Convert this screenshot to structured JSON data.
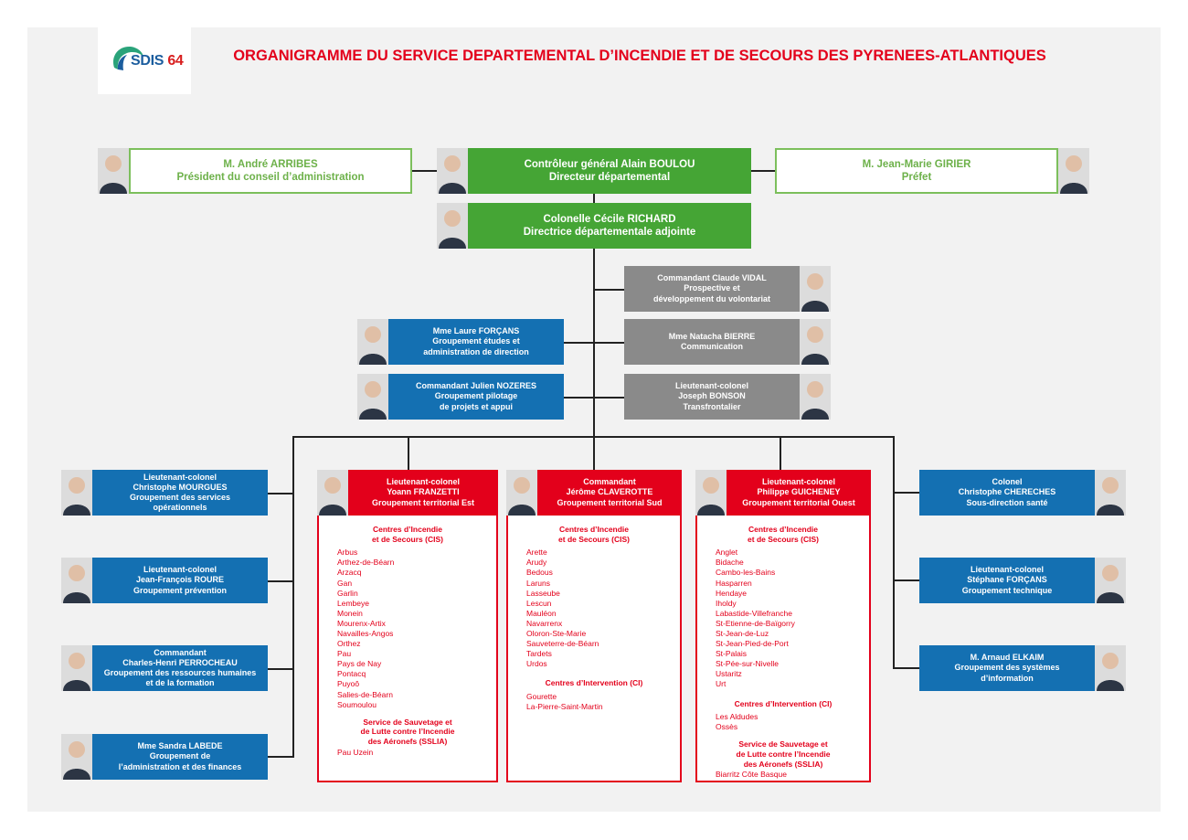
{
  "title": "ORGANIGRAMME DU SERVICE DEPARTEMENTAL D’INCENDIE ET DE SECOURS DES PYRENEES-ATLANTIQUES",
  "logo": {
    "word": "SDIS",
    "number": "64"
  },
  "colors": {
    "green": "#45a535",
    "green_outline": "#7cbf5c",
    "gray": "#8a8a8a",
    "blue": "#1470b2",
    "red": "#e3001b"
  },
  "top": {
    "president": {
      "line1": "M. André ARRIBES",
      "line2": "Président du conseil d’administration"
    },
    "director": {
      "line1": "Contrôleur général Alain BOULOU",
      "line2": "Directeur départemental"
    },
    "prefect": {
      "line1": "M. Jean-Marie GIRIER",
      "line2": "Préfet"
    },
    "deputy": {
      "line1": "Colonelle Cécile RICHARD",
      "line2": "Directrice départementale adjointe"
    }
  },
  "staff": {
    "vidal": {
      "lines": [
        "Commandant Claude VIDAL",
        "Prospective et",
        "développement du volontariat"
      ]
    },
    "bierre": {
      "lines": [
        "Mme Natacha BIERRE",
        "Communication"
      ]
    },
    "bonson": {
      "lines": [
        "Lieutenant-colonel",
        "Joseph BONSON",
        "Transfrontalier"
      ]
    },
    "lforcans": {
      "lines": [
        "Mme Laure FORÇANS",
        "Groupement études et",
        "administration de direction"
      ]
    },
    "nozeres": {
      "lines": [
        "Commandant Julien NOZERES",
        "Groupement pilotage",
        "de projets et appui"
      ]
    }
  },
  "left_groups": [
    {
      "lines": [
        "Lieutenant-colonel",
        "Christophe MOURGUES",
        "Groupement des services",
        "opérationnels"
      ]
    },
    {
      "lines": [
        "Lieutenant-colonel",
        "Jean-François ROURE",
        "Groupement prévention"
      ]
    },
    {
      "lines": [
        "Commandant",
        "Charles-Henri PERROCHEAU",
        "Groupement des ressources humaines",
        "et de la formation"
      ]
    },
    {
      "lines": [
        "Mme Sandra LABEDE",
        "Groupement de",
        "l’administration et des finances"
      ]
    }
  ],
  "right_groups": [
    {
      "lines": [
        "Colonel",
        "Christophe CHERECHES",
        "Sous-direction santé"
      ]
    },
    {
      "lines": [
        "Lieutenant-colonel",
        "Stéphane FORÇANS",
        "Groupement technique"
      ]
    },
    {
      "lines": [
        "M. Arnaud ELKAIM",
        "Groupement des systèmes",
        "d’information"
      ]
    }
  ],
  "territorial": [
    {
      "head": [
        "Lieutenant-colonel",
        "Yoann FRANZETTI",
        "Groupement territorial Est"
      ],
      "cis_title": [
        "Centres d’Incendie",
        "et de Secours (CIS)"
      ],
      "cis": [
        "Arbus",
        "Arthez-de-Béarn",
        "Arzacq",
        "Gan",
        "Garlin",
        "Lembeye",
        "Monein",
        "Mourenx-Artix",
        "Navailles-Angos",
        "Orthez",
        "Pau",
        "Pays de Nay",
        "Pontacq",
        "Puyoô",
        "Salies-de-Béarn",
        "Soumoulou"
      ],
      "ssl_title": [
        "Service de Sauvetage et",
        "de Lutte contre l’Incendie",
        "des Aéronefs (SSLIA)"
      ],
      "ssl": [
        "Pau Uzein"
      ]
    },
    {
      "head": [
        "Commandant",
        "Jérôme CLAVEROTTE",
        "Groupement territorial Sud"
      ],
      "cis_title": [
        "Centres d’Incendie",
        "et de Secours (CIS)"
      ],
      "cis": [
        "Arette",
        "Arudy",
        "Bedous",
        "Laruns",
        "Lasseube",
        "Lescun",
        "Mauléon",
        "Navarrenx",
        "Oloron-Ste-Marie",
        "Sauveterre-de-Béarn",
        "Tardets",
        "Urdos"
      ],
      "ci_title": [
        "Centres d’Intervention (CI)"
      ],
      "ci": [
        "Gourette",
        "La-Pierre-Saint-Martin"
      ]
    },
    {
      "head": [
        "Lieutenant-colonel",
        "Philippe GUICHENEY",
        "Groupement territorial Ouest"
      ],
      "cis_title": [
        "Centres d’Incendie",
        "et de Secours (CIS)"
      ],
      "cis": [
        "Anglet",
        "Bidache",
        "Cambo-les-Bains",
        "Hasparren",
        "Hendaye",
        "Iholdy",
        "Labastide-Villefranche",
        "St-Etienne-de-Baïgorry",
        "St-Jean-de-Luz",
        "St-Jean-Pied-de-Port",
        "St-Palais",
        "St-Pée-sur-Nivelle",
        "Ustaritz",
        "Urt"
      ],
      "ci_title": [
        "Centres d’Intervention (CI)"
      ],
      "ci": [
        "Les Aldudes",
        "Ossès"
      ],
      "ssl_title": [
        "Service de Sauvetage et",
        "de Lutte contre l’Incendie",
        "des Aéronefs (SSLIA)"
      ],
      "ssl": [
        "Biarritz Côte Basque"
      ]
    }
  ]
}
